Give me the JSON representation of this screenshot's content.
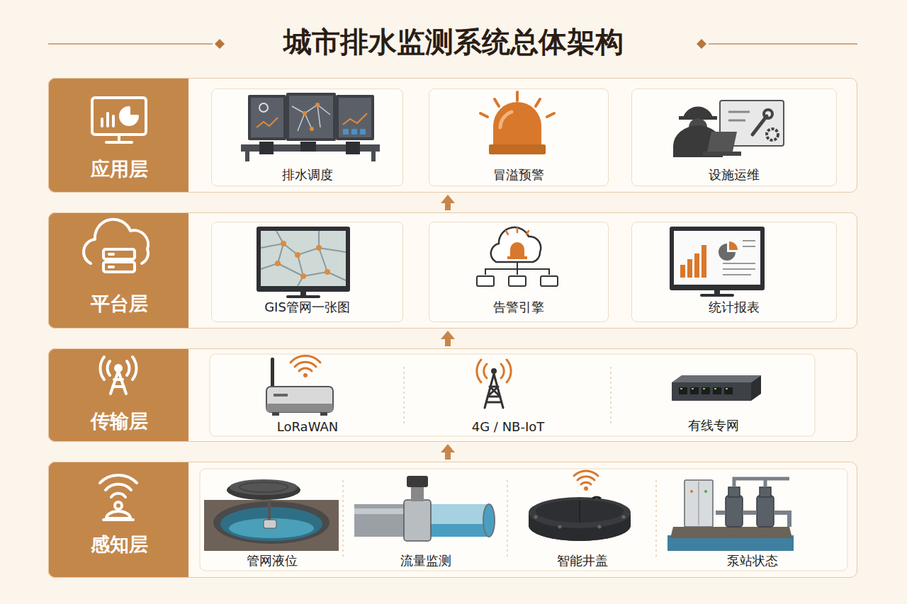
{
  "diagram": {
    "title": "城市排水监测系统总体架构",
    "nodes": [
      {
        "text": [
          "应用层"
        ]
      },
      {
        "text": [
          "排水调度"
        ],
        "in": 0
      },
      {
        "text": [
          "冒溢预警"
        ],
        "in": 0
      },
      {
        "text": [
          "设施运维"
        ],
        "in": 0
      },
      {
        "text": [
          "平台层"
        ]
      },
      {
        "text": [
          "GIS管网一张图"
        ],
        "in": 4
      },
      {
        "text": [
          "告警引擎"
        ],
        "in": 4
      },
      {
        "text": [
          "统计报表"
        ],
        "in": 4
      },
      {
        "text": [
          "传输层"
        ]
      },
      {
        "text": [
          "LoRaWAN"
        ],
        "in": 8
      },
      {
        "text": [
          "4G / NB-IoT"
        ],
        "in": 8
      },
      {
        "text": [
          "有线专网"
        ],
        "in": 8
      },
      {
        "text": [
          "感知层"
        ]
      },
      {
        "text": [
          "管网液位"
        ],
        "in": 12
      },
      {
        "text": [
          "流量监测"
        ],
        "in": 12
      },
      {
        "text": [
          "智能井盖"
        ],
        "in": 12
      },
      {
        "text": [
          "泵站状态"
        ],
        "in": 12
      }
    ],
    "edges": [
      {
        "from": 12,
        "to": 8,
        "arrow": "to"
      },
      {
        "from": 8,
        "to": 4,
        "arrow": "to"
      },
      {
        "from": 4,
        "to": 0,
        "arrow": "to"
      }
    ]
  }
}
